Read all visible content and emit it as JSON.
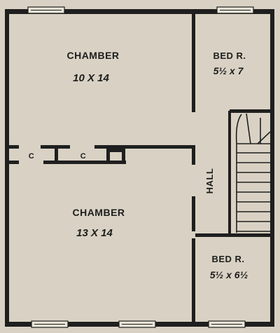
{
  "rooms": {
    "chamber_top": {
      "name": "CHAMBER",
      "size": "10 X 14"
    },
    "bed_top": {
      "name": "BED R.",
      "size": "5½ x 7"
    },
    "hall": {
      "name": "HALL"
    },
    "closet_left": {
      "label": "C"
    },
    "closet_right": {
      "label": "C"
    },
    "chamber_bottom": {
      "name": "CHAMBER",
      "size": "13 X 14"
    },
    "bed_bottom": {
      "name": "BED R.",
      "size": "5½ x 6½"
    }
  },
  "colors": {
    "paper": "#d9d2c4",
    "ink": "#1f1f1f"
  }
}
